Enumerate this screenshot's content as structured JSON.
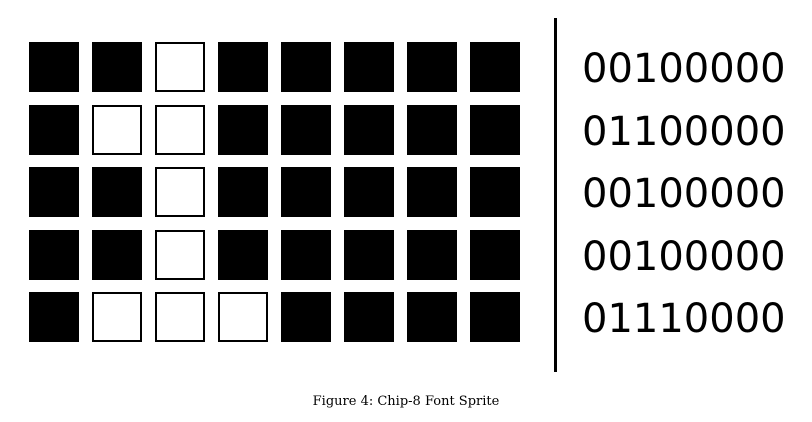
{
  "figure": {
    "caption": "Figure 4: Chip-8 Font Sprite",
    "colors": {
      "on": "#000000",
      "off": "#ffffff",
      "outline": "#000000"
    }
  },
  "sprite": {
    "rows": [
      "00100000",
      "01100000",
      "00100000",
      "00100000",
      "01110000"
    ]
  }
}
